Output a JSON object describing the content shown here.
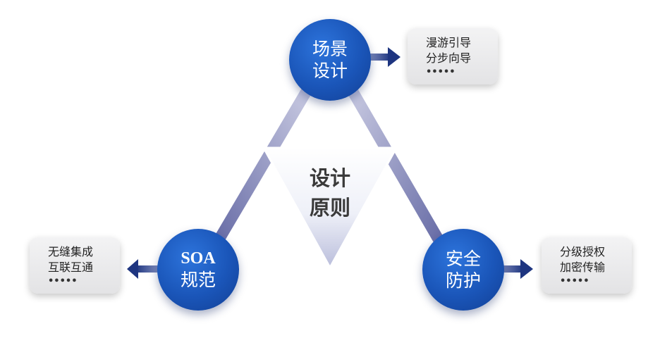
{
  "center": {
    "line1": "设计",
    "line2": "原则"
  },
  "nodes": {
    "top": {
      "line1": "场景",
      "line2": "设计"
    },
    "left": {
      "line1": "SOA",
      "line2": "规范"
    },
    "right": {
      "line1": "安全",
      "line2": "防护"
    }
  },
  "cards": {
    "top": {
      "line1": "漫游引导",
      "line2": "分步向导",
      "more": "•••••"
    },
    "left": {
      "line1": "无缝集成",
      "line2": "互联互通",
      "more": "•••••"
    },
    "right": {
      "line1": "分级授权",
      "line2": "加密传输",
      "more": "•••••"
    }
  },
  "colors": {
    "node_blue": "#1a55b8",
    "arrow_navy": "#1e3580",
    "triangle_edge": "#7e82b5",
    "center_text": "#3a3a3a"
  }
}
